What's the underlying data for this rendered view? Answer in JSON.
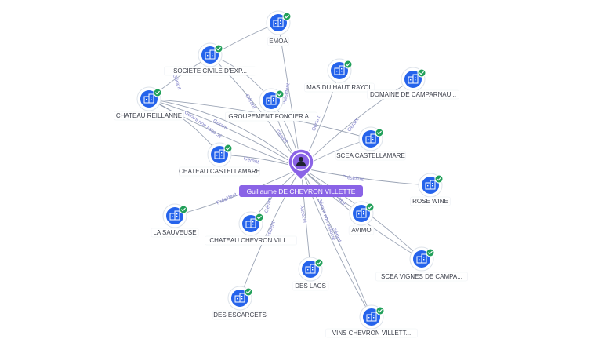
{
  "center": {
    "label": "Guillaume DE CHEVRON VILLETTE",
    "icon": "person-icon",
    "color": "#8a63e6"
  },
  "colors": {
    "node": "#2563eb",
    "check": "#22a05a",
    "edge": "#8a94a8",
    "edge_label": "#8080c8"
  },
  "nodes": [
    {
      "id": "emoa",
      "label": "EMOA",
      "icon": "building-icon",
      "verified": true
    },
    {
      "id": "scexp",
      "label": "SOCIETE CIVILE D'EXP...",
      "icon": "building-icon",
      "verified": true
    },
    {
      "id": "reillanne",
      "label": "CHATEAU REILLANNE",
      "icon": "building-icon",
      "verified": true
    },
    {
      "id": "gfa",
      "label": "GROUPEMENT FONCIER A...",
      "icon": "building-icon",
      "verified": true
    },
    {
      "id": "rayol",
      "label": "MAS DU HAUT RAYOL",
      "icon": "building-icon",
      "verified": true
    },
    {
      "id": "camparnau",
      "label": "DOMAINE DE CAMPARNAU...",
      "icon": "building-icon",
      "verified": true
    },
    {
      "id": "castellamare",
      "label": "CHATEAU CASTELLAMARE",
      "icon": "building-icon",
      "verified": true
    },
    {
      "id": "scea",
      "label": "SCEA CASTELLAMARE",
      "icon": "building-icon",
      "verified": true
    },
    {
      "id": "rose",
      "label": "ROSE WINE",
      "icon": "building-icon",
      "verified": true
    },
    {
      "id": "sauveuse",
      "label": "LA SAUVEUSE",
      "icon": "building-icon",
      "verified": true
    },
    {
      "id": "chevron",
      "label": "CHATEAU CHEVRON VILL...",
      "icon": "building-icon",
      "verified": true
    },
    {
      "id": "avimo",
      "label": "AVIMO",
      "icon": "building-icon",
      "verified": true
    },
    {
      "id": "vignes",
      "label": "SCEA VIGNES DE CAMPA...",
      "icon": "building-icon",
      "verified": true
    },
    {
      "id": "deslacs",
      "label": "DES LACS",
      "icon": "building-icon",
      "verified": true
    },
    {
      "id": "escarcets",
      "label": "DES ESCARCETS",
      "icon": "building-icon",
      "verified": true
    },
    {
      "id": "vins",
      "label": "VINS CHEVRON VILLETT...",
      "icon": "building-icon",
      "verified": true
    }
  ],
  "edge_labels": [
    {
      "id": "emoa",
      "text": "Président"
    },
    {
      "id": "scexp",
      "text": "Gérant"
    },
    {
      "id": "reillanne_a",
      "text": "Gérant"
    },
    {
      "id": "reillanne_b",
      "text": "Gérant non associé"
    },
    {
      "id": "gfa_a",
      "text": "Gérant"
    },
    {
      "id": "gfa_b",
      "text": "Gérant"
    },
    {
      "id": "rayol",
      "text": "Gérant"
    },
    {
      "id": "camparnau",
      "text": "Gérant"
    },
    {
      "id": "castellamare",
      "text": "Gérant"
    },
    {
      "id": "rose",
      "text": "Président"
    },
    {
      "id": "sauveuse",
      "text": "Président"
    },
    {
      "id": "chevron_a",
      "text": "Président"
    },
    {
      "id": "chevron_b",
      "text": "Gérant"
    },
    {
      "id": "deslacs",
      "text": "Associé"
    },
    {
      "id": "vins_a",
      "text": "Gérant non associé"
    },
    {
      "id": "vins_b",
      "text": "Gérant"
    },
    {
      "id": "avimo",
      "text": "Gérant"
    }
  ]
}
